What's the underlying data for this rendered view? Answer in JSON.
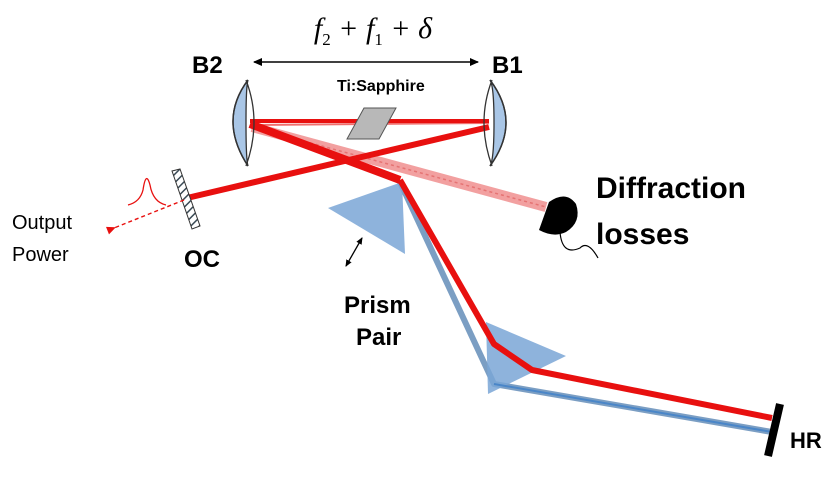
{
  "labels": {
    "b2": "B2",
    "b1": "B1",
    "crystal": "Ti:Sapphire",
    "diffraction_line1": "Diffraction",
    "diffraction_line2": "losses",
    "output_line1": "Output",
    "output_line2": "Power",
    "oc": "OC",
    "prism_line1": "Prism",
    "prism_line2": "Pair",
    "hr": "HR"
  },
  "formula": {
    "f2": "f",
    "f2_sub": "2",
    "plus1": " + ",
    "f1": "f",
    "f1_sub": "1",
    "plus2": " + ",
    "delta": "δ"
  },
  "colors": {
    "beam_red": "#e8100f",
    "beam_faded": "#f2a0a0",
    "prism_blue": "#7aa6d6",
    "mirror_blue": "#a9c6e6",
    "return_beam": "#6d93bd",
    "text": "#000000"
  }
}
